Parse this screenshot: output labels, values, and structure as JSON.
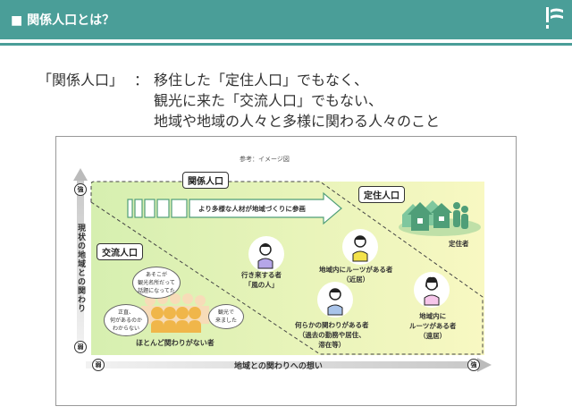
{
  "header": {
    "title": "■ 関係人口とは？",
    "logo": "flag-logo"
  },
  "intro": {
    "term": "「関係人口」",
    "colon": "：",
    "lines": [
      "移住した「定住人口」でもなく、",
      "観光に来た「交流人口」でもない、",
      "地域や地域の人々と多様に関わる人々のこと"
    ]
  },
  "diagram": {
    "note": "参考：イメージ図",
    "y_axis": {
      "label": "現状の地域との関わり",
      "strong": "強",
      "weak": "弱"
    },
    "x_axis": {
      "label": "地域との関わりへの想い",
      "strong": "強",
      "weak": "弱"
    },
    "regions": {
      "kankei": "関係人口",
      "teiju": "定住人口",
      "koryu": "交流人口"
    },
    "arrow_text": "より多様な人材が地域づくりに参画",
    "teiju_person": "定住者",
    "persons": [
      {
        "lines": [
          "行き来する者",
          "「風の人」"
        ]
      },
      {
        "lines": [
          "地域内にルーツがある者",
          "（近居）"
        ]
      },
      {
        "lines": [
          "何らかの関わりがある者",
          "（過去の勤務や居住、",
          "滞在等）"
        ]
      },
      {
        "lines": [
          "地域内に",
          "ルーツがある者",
          "（遠居）"
        ]
      }
    ],
    "crowd_label": "ほとんど関わりがない者",
    "bubbles": [
      {
        "lines": [
          "あそこが",
          "観光名所だって",
          "話題になってた"
        ]
      },
      {
        "lines": [
          "正直、",
          "何があるのか",
          "わからない"
        ]
      },
      {
        "lines": [
          "観光で",
          "来ました"
        ]
      }
    ]
  },
  "colors": {
    "header": "#4a9e98",
    "green": "#4f9e78",
    "region_left": "#d6efb0",
    "region_right": "#f8f8c2",
    "crowd": "#f0b64a"
  }
}
